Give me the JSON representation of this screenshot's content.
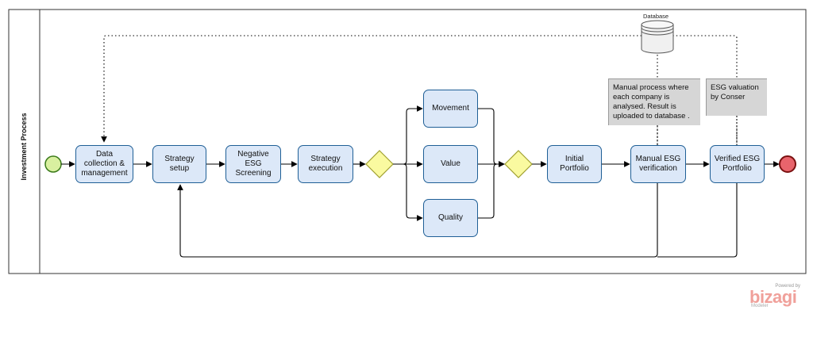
{
  "pool": {
    "label": "Investment Process"
  },
  "tasks": {
    "data_collection": "Data\ncollection &\nmanagement",
    "strategy_setup": "Strategy\nsetup",
    "negative_esg": "Negative ESG\nScreening",
    "strategy_execution": "Strategy\nexecution",
    "movement": "Movement",
    "value": "Value",
    "quality": "Quality",
    "initial_portfolio": "Initial\nPortfolio",
    "manual_esg": "Manual ESG\nverification",
    "verified_esg": "Verified ESG\nPortfolio"
  },
  "data_store": {
    "label": "Database"
  },
  "annotations": {
    "manual_process": "Manual process where each company is analysed. Result is uploaded to database .",
    "esg_valuation": "ESG valuation by Conser"
  },
  "logo": {
    "powered_by": "Powered by",
    "name": "bizagi",
    "sub": "Modeler"
  },
  "colors": {
    "task_fill": "#dce8f8",
    "task_border": "#1f5f96",
    "start_event": "#d9f0a0",
    "end_event": "#e8646c",
    "gateway": "#fafaa0",
    "annotation": "#d6d6d6"
  }
}
